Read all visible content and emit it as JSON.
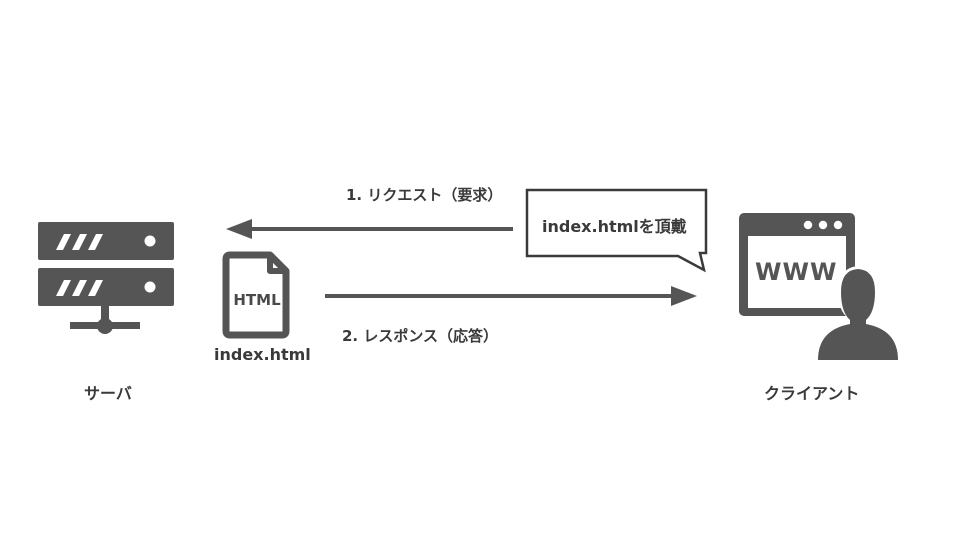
{
  "server": {
    "label": "サーバ",
    "icon": "server-icon"
  },
  "file": {
    "icon_text": "HTML",
    "label": "index.html",
    "icon": "html-file-icon"
  },
  "request": {
    "label": "1. リクエスト（要求）"
  },
  "response": {
    "label": "2. レスポンス（応答）"
  },
  "speech_bubble": {
    "text": "index.htmlを頂戴"
  },
  "client": {
    "label": "クライアント",
    "browser_text": "WWW",
    "icon": "browser-user-icon"
  },
  "colors": {
    "icon": "#555555",
    "text": "#3a3a3a",
    "background": "#ffffff"
  }
}
